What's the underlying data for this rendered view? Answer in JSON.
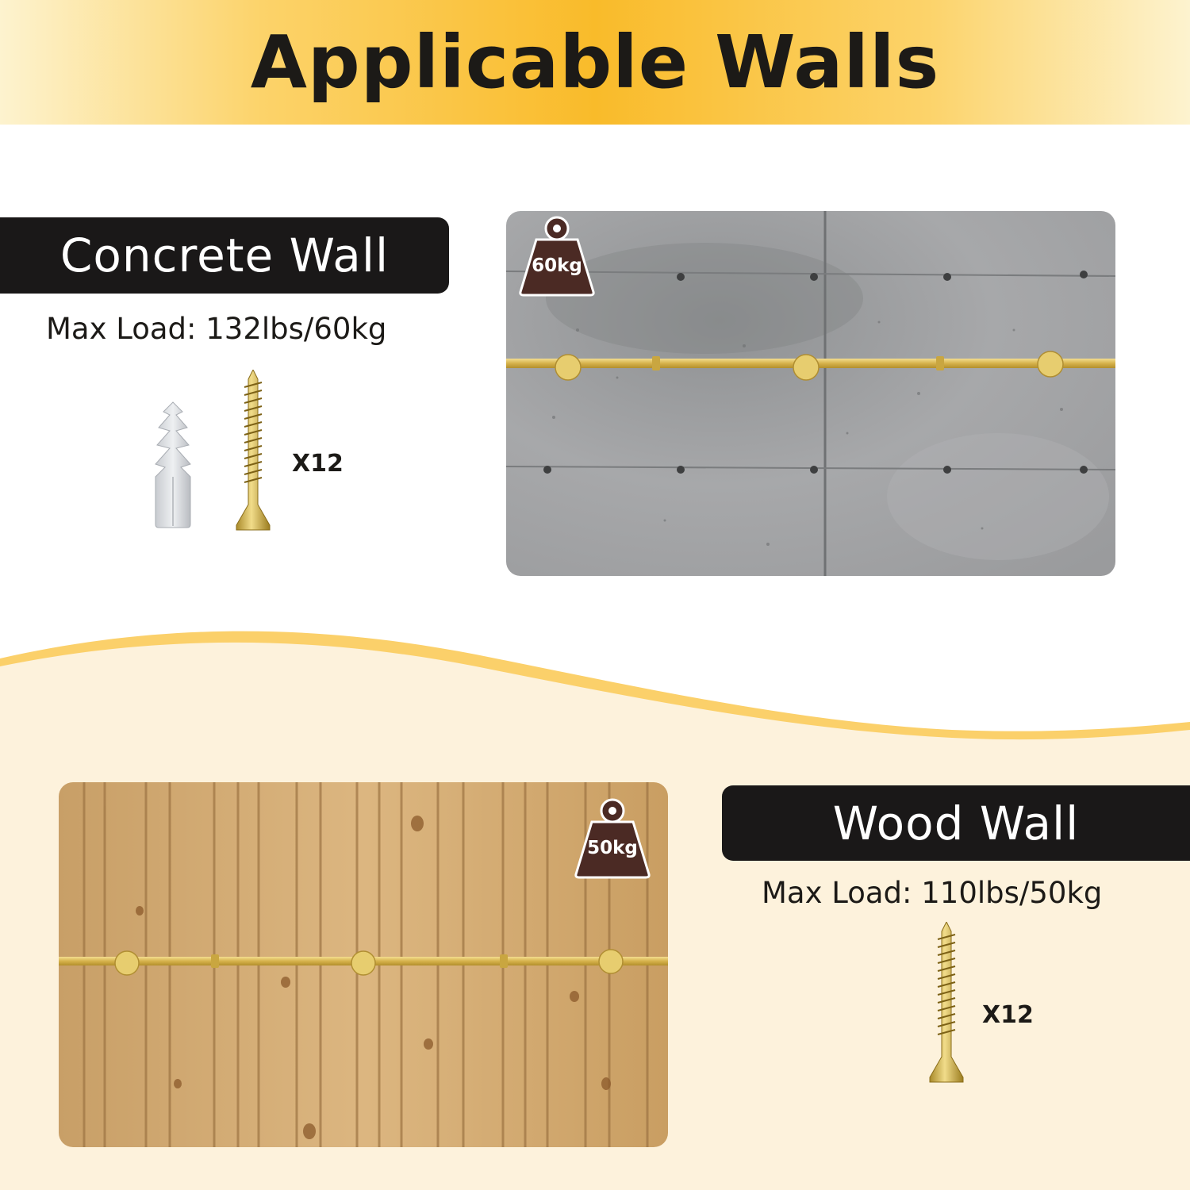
{
  "header": {
    "title": "Applicable Walls"
  },
  "concrete": {
    "label": "Concrete Wall",
    "max_load": "Max Load: 132lbs/60kg",
    "quantity": "X12",
    "weight_badge": "60kg"
  },
  "wood": {
    "label": "Wood Wall",
    "max_load": "Max Load: 110lbs/50kg",
    "quantity": "X12",
    "weight_badge": "50kg"
  },
  "colors": {
    "accent": "#f9bb2a",
    "cream": "#fdf2dc",
    "label_bg": "#1a1818",
    "rail": "#e2c25c",
    "weight_badge": "#4b2a24"
  },
  "icons": [
    "weight-icon",
    "wall-anchor-icon",
    "screw-icon"
  ]
}
